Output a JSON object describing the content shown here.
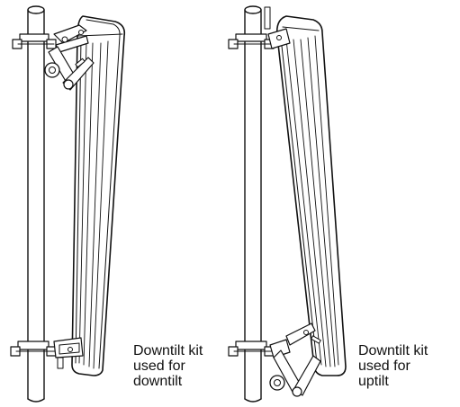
{
  "figure": {
    "left_caption": {
      "line1": "Downtilt kit",
      "line2": "used for",
      "line3": "downtilt"
    },
    "right_caption": {
      "line1": "Downtilt kit",
      "line2": "used for",
      "line3": "uptilt"
    },
    "colors": {
      "stroke": "#111111",
      "fill": "#ffffff",
      "shade": "#e6e6e6"
    }
  }
}
